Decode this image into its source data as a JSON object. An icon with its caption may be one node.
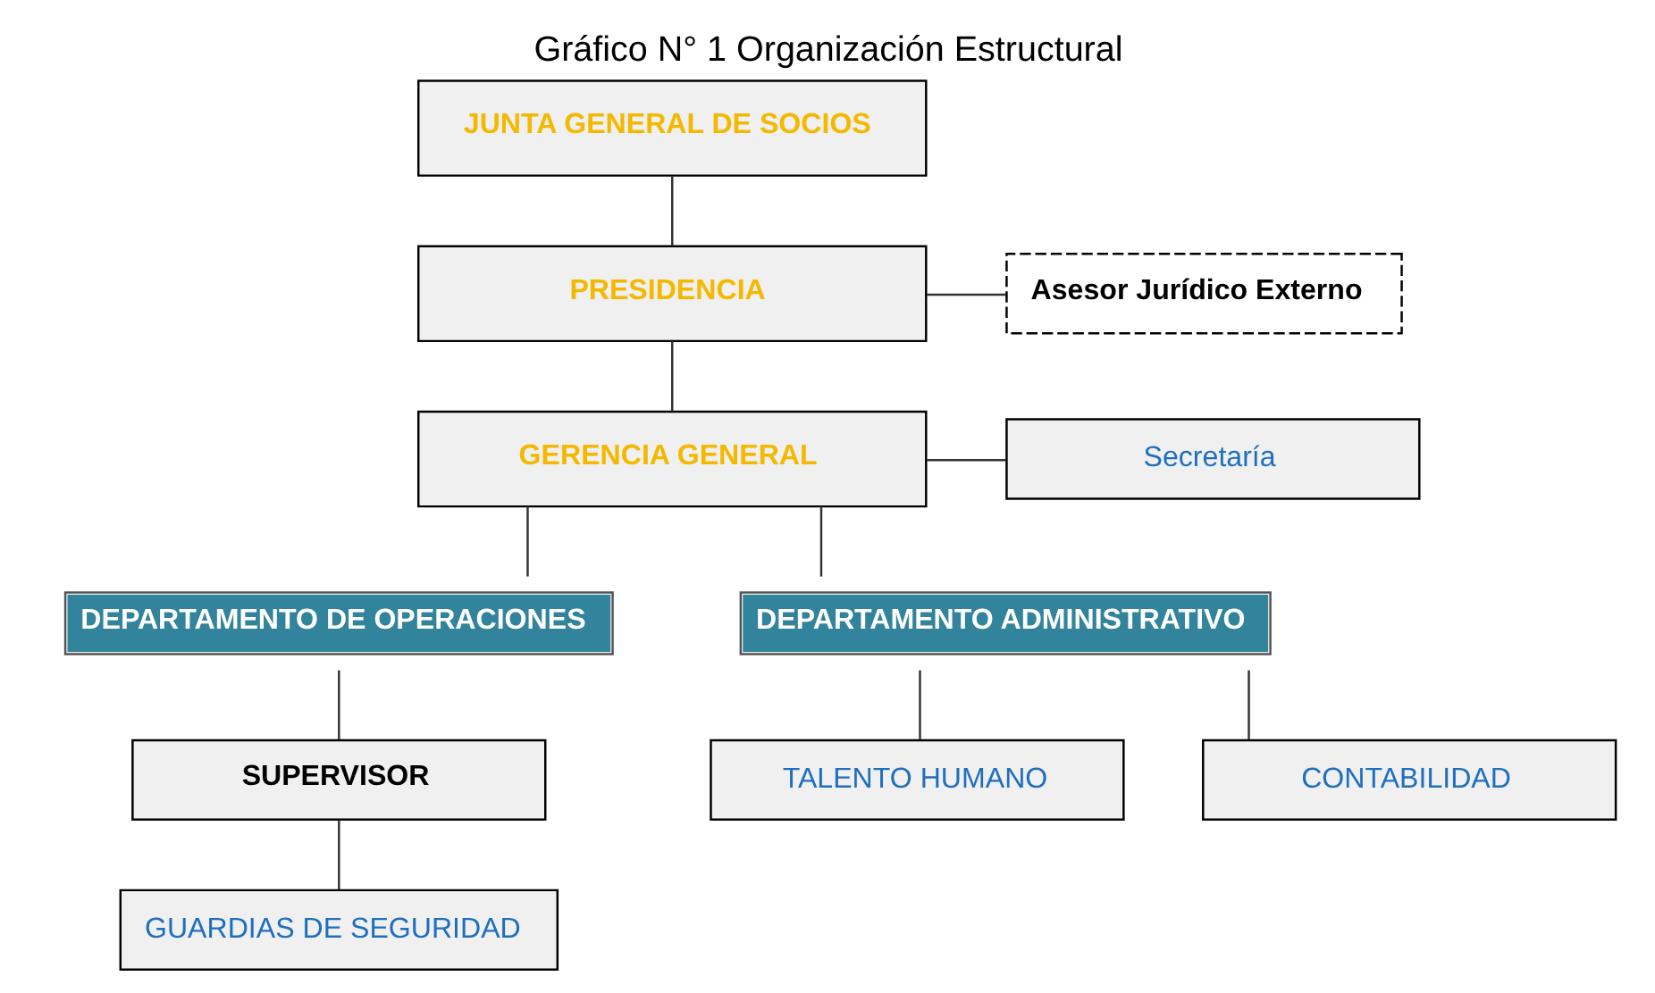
{
  "diagram": {
    "title": "Gráfico N° 1 Organización Estructural",
    "nodes": [
      {
        "text": [
          "JUNTA GENERAL DE SOCIOS"
        ]
      },
      {
        "text": [
          "PRESIDENCIA"
        ]
      },
      {
        "text": [
          "Asesor Jurídico Externo"
        ]
      },
      {
        "text": [
          "GERENCIA GENERAL"
        ]
      },
      {
        "text": [
          "Secretaría"
        ]
      },
      {
        "text": [
          "DEPARTAMENTO DE OPERACIONES"
        ]
      },
      {
        "text": [
          "DEPARTAMENTO ADMINISTRATIVO"
        ]
      },
      {
        "text": [
          "SUPERVISOR"
        ]
      },
      {
        "text": [
          "TALENTO HUMANO"
        ]
      },
      {
        "text": [
          "CONTABILIDAD"
        ]
      },
      {
        "text": [
          "GUARDIAS DE SEGURIDAD"
        ]
      }
    ],
    "edges": [
      {
        "from": 0,
        "to": 1,
        "arrow": "none"
      },
      {
        "from": 1,
        "to": 2,
        "arrow": "none"
      },
      {
        "from": 1,
        "to": 3,
        "arrow": "none"
      },
      {
        "from": 3,
        "to": 4,
        "arrow": "none"
      },
      {
        "from": 3,
        "to": 5,
        "arrow": "none"
      },
      {
        "from": 3,
        "to": 6,
        "arrow": "none"
      },
      {
        "from": 5,
        "to": 7,
        "arrow": "none"
      },
      {
        "from": 7,
        "to": 10,
        "arrow": "none"
      },
      {
        "from": 6,
        "to": 8,
        "arrow": "none"
      },
      {
        "from": 6,
        "to": 9,
        "arrow": "none"
      }
    ]
  }
}
